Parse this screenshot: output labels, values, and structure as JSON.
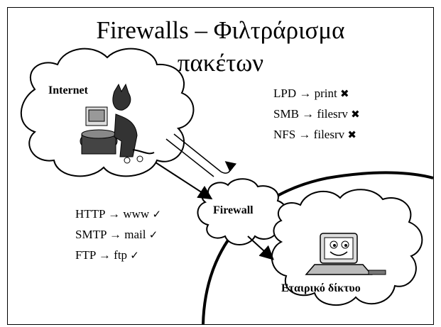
{
  "title": {
    "line1": "Firewalls – Φιλτράρισμα",
    "line2": "πακέτων"
  },
  "labels": {
    "internet": "Internet",
    "firewall": "Firewall",
    "corporate": "Εταιρικό δίκτυο"
  },
  "blocked_rules": [
    {
      "text": "LPD → print",
      "mark": "✖"
    },
    {
      "text": "SMB → filesrv",
      "mark": "✖"
    },
    {
      "text": "NFS → filesrv",
      "mark": "✖"
    }
  ],
  "allowed_rules": [
    {
      "text": "HTTP → www",
      "mark": "✓"
    },
    {
      "text": "SMTP → mail",
      "mark": "✓"
    },
    {
      "text": "FTP → ftp",
      "mark": "✓"
    }
  ],
  "icons": {
    "internet_figure": "devil-hacker-icon",
    "corporate_figure": "smiling-computer-icon"
  }
}
